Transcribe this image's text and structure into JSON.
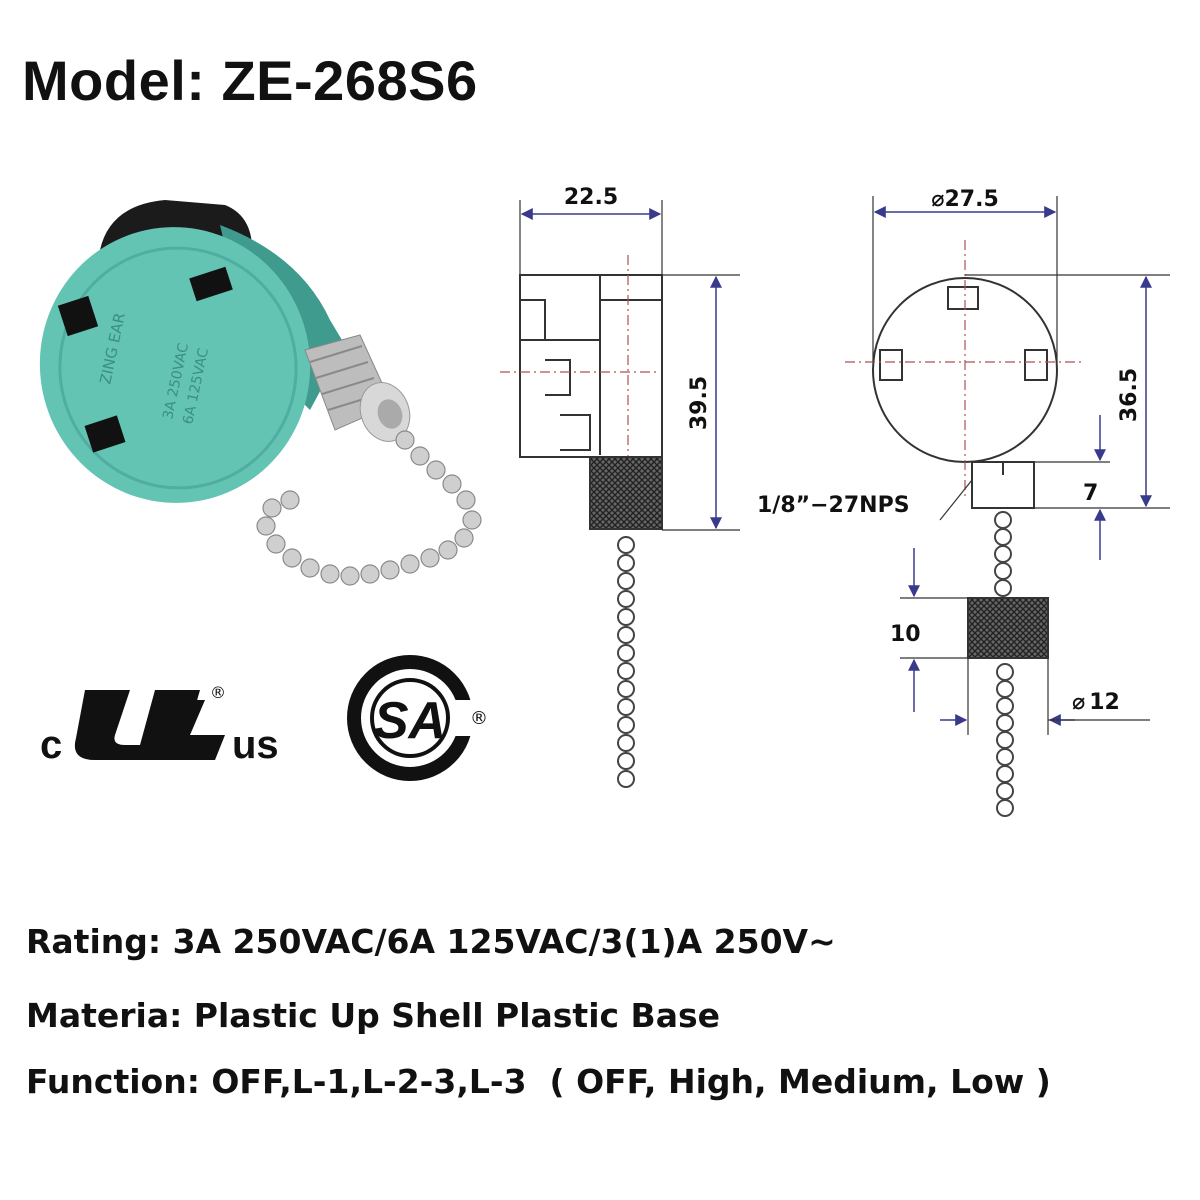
{
  "header": {
    "title": "Model: ZE-268S6"
  },
  "product": {
    "brand_text": "ZING EAR",
    "rating_text_1": "3A 250VAC",
    "rating_text_2": "6A 125VAC"
  },
  "certifications": {
    "ul_prefix": "c",
    "ul_suffix": "us",
    "csa_letters": "SA"
  },
  "dimensions": {
    "side_width": "22.5",
    "side_height": "39.5",
    "front_diameter": "27.5",
    "front_height": "36.5",
    "thread_label": "1/8”−27NPS",
    "collar_height": "7",
    "knob_height": "10",
    "knob_diameter": "12",
    "diameter_symbol": "⌀"
  },
  "specs": {
    "rating": "Rating: 3A 250VAC/6A 125VAC/3(1)A 250V~",
    "material": "Materia: Plastic Up Shell Plastic Base",
    "function": "Function: OFF,L-1,L-2-3,L-3  ( OFF, High, Medium, Low )"
  },
  "colors": {
    "switch_body": "#63c4b4",
    "switch_dark": "#3f9b8e",
    "metal": "#c8c8c8",
    "drawing_line": "#333333",
    "dim_arrow": "#3a3a8c"
  }
}
